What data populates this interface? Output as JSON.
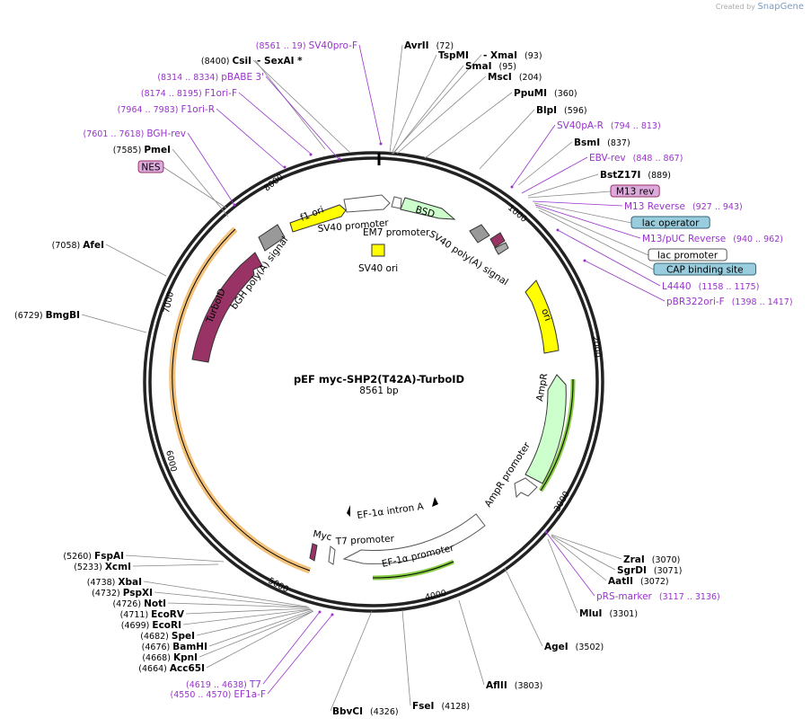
{
  "credit": {
    "prefix": "Created by",
    "brand": "SnapGene"
  },
  "plasmid": {
    "name": "pEF myc-SHP2(T42A)-TurboID",
    "size": "8561 bp"
  },
  "ticks": [
    "1000",
    "2000",
    "3000",
    "4000",
    "5000",
    "6000",
    "7000",
    "8000"
  ],
  "enzymes": [
    {
      "name": "AvrII",
      "pos": "(72)"
    },
    {
      "name": "TspMI",
      "pos": ""
    },
    {
      "name": "- XmaI",
      "pos": "(93)"
    },
    {
      "name": "SmaI",
      "pos": "(95)"
    },
    {
      "name": "MscI",
      "pos": "(204)"
    },
    {
      "name": "PpuMI",
      "pos": "(360)"
    },
    {
      "name": "BlpI",
      "pos": "(596)"
    },
    {
      "name": "BsmI",
      "pos": "(837)"
    },
    {
      "name": "BstZ17I",
      "pos": "(889)"
    },
    {
      "name": "ZraI",
      "pos": "(3070)"
    },
    {
      "name": "SgrDI",
      "pos": "(3071)"
    },
    {
      "name": "AatII",
      "pos": "(3072)"
    },
    {
      "name": "MluI",
      "pos": "(3301)"
    },
    {
      "name": "AgeI",
      "pos": "(3502)"
    },
    {
      "name": "AflII",
      "pos": "(3803)"
    },
    {
      "name": "FseI",
      "pos": "(4128)"
    },
    {
      "name": "BbvCI",
      "pos": "(4326)"
    },
    {
      "name": "Acc65I",
      "pos": "(4664)"
    },
    {
      "name": "KpnI",
      "pos": "(4668)"
    },
    {
      "name": "BamHI",
      "pos": "(4676)"
    },
    {
      "name": "SpeI",
      "pos": "(4682)"
    },
    {
      "name": "EcoRI",
      "pos": "(4699)"
    },
    {
      "name": "EcoRV",
      "pos": "(4711)"
    },
    {
      "name": "NotI",
      "pos": "(4726)"
    },
    {
      "name": "PspXI",
      "pos": "(4732)"
    },
    {
      "name": "XbaI",
      "pos": "(4738)"
    },
    {
      "name": "XcmI",
      "pos": "(5233)"
    },
    {
      "name": "FspAI",
      "pos": "(5260)"
    },
    {
      "name": "BmgBI",
      "pos": "(6729)"
    },
    {
      "name": "AfeI",
      "pos": "(7058)"
    },
    {
      "name": "PmeI",
      "pos": "(7585)"
    },
    {
      "name": "CsiI",
      "pos": "(8400)"
    },
    {
      "name": "- SexAI *",
      "pos": ""
    }
  ],
  "primers": [
    {
      "name": "SV40pro-F",
      "pos": "(8561 .. 19)"
    },
    {
      "name": "pBABE 3'",
      "pos": "(8314 .. 8334)"
    },
    {
      "name": "F1ori-F",
      "pos": "(8174 .. 8195)"
    },
    {
      "name": "F1ori-R",
      "pos": "(7964 .. 7983)"
    },
    {
      "name": "BGH-rev",
      "pos": "(7601 .. 7618)"
    },
    {
      "name": "SV40pA-R",
      "pos": "(794 .. 813)"
    },
    {
      "name": "EBV-rev",
      "pos": "(848 .. 867)"
    },
    {
      "name": "M13 Reverse",
      "pos": "(927 .. 943)"
    },
    {
      "name": "M13/pUC Reverse",
      "pos": "(940 .. 962)"
    },
    {
      "name": "L4440",
      "pos": "(1158 .. 1175)"
    },
    {
      "name": "pBR322ori-F",
      "pos": "(1398 .. 1417)"
    },
    {
      "name": "pRS-marker",
      "pos": "(3117 .. 3136)"
    },
    {
      "name": "T7",
      "pos": "(4619 .. 4638)"
    },
    {
      "name": "EF1a-F",
      "pos": "(4550 .. 4570)"
    }
  ],
  "boxed": [
    "NES",
    "M13 rev",
    "lac operator",
    "lac promoter",
    "CAP binding site"
  ],
  "features": [
    "f1 ori",
    "SV40 promoter",
    "BSD",
    "EM7 promoter",
    "SV40 ori",
    "SV40 poly(A) signal",
    "bGH poly(A) signal",
    "TurboID",
    "ori",
    "AmpR",
    "AmpR promoter",
    "EF-1α intron A",
    "Myc",
    "T7 promoter",
    "EF-1α promoter"
  ],
  "colors": {
    "primer": "#9933cc",
    "backbone": "#222222",
    "highlight": "#f2c27a",
    "ori": "#ffff00",
    "ampr": "#ccffcc",
    "turboid": "#993366",
    "polyA": "#999999"
  }
}
